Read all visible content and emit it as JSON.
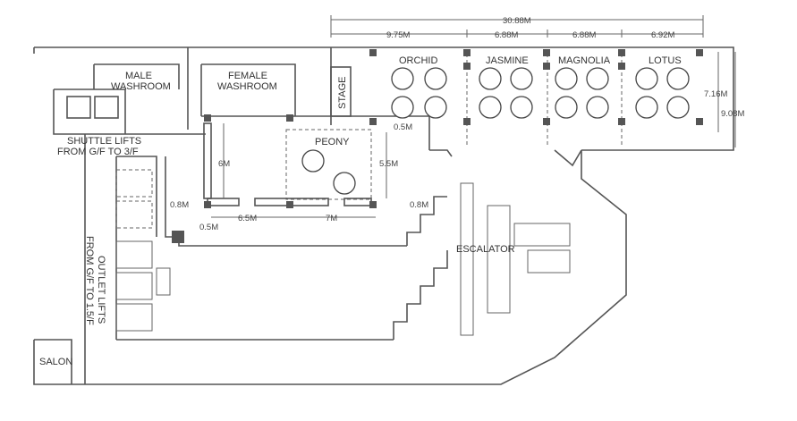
{
  "rooms": {
    "orchid": "ORCHID",
    "jasmine": "JASMINE",
    "magnolia": "MAGNOLIA",
    "lotus": "LOTUS",
    "peony": "PEONY",
    "stage": "STAGE",
    "escalator": "ESCALATOR",
    "salon": "SALON",
    "male_washroom": [
      "MALE",
      "WASHROOM"
    ],
    "female_washroom": [
      "FEMALE",
      "WASHROOM"
    ],
    "shuttle_lifts": [
      "SHUTTLE LIFTS",
      "FROM G/F TO 3/F"
    ],
    "outlet_lifts": [
      "OUTLET LIFTS",
      "FROM G/F TO 1.5/F"
    ]
  },
  "dimensions": {
    "total_width": "30.88M",
    "orchid_width": "9.75M",
    "jasmine_width": "6.88M",
    "magnolia_width": "6.88M",
    "lotus_width": "6.92M",
    "depth_inner": "7.16M",
    "depth_outer": "9.08M",
    "peony_gap_top": "0.5M",
    "peony_height": "5.5M",
    "peony_wall": "0.8M",
    "corridor_height": "6M",
    "corridor_wall": "0.8M",
    "corridor_gap": "0.5M",
    "span_left": "6.5M",
    "span_right": "7M"
  },
  "colors": {
    "wall": "#555555",
    "column": "#555555",
    "background": "#ffffff"
  }
}
